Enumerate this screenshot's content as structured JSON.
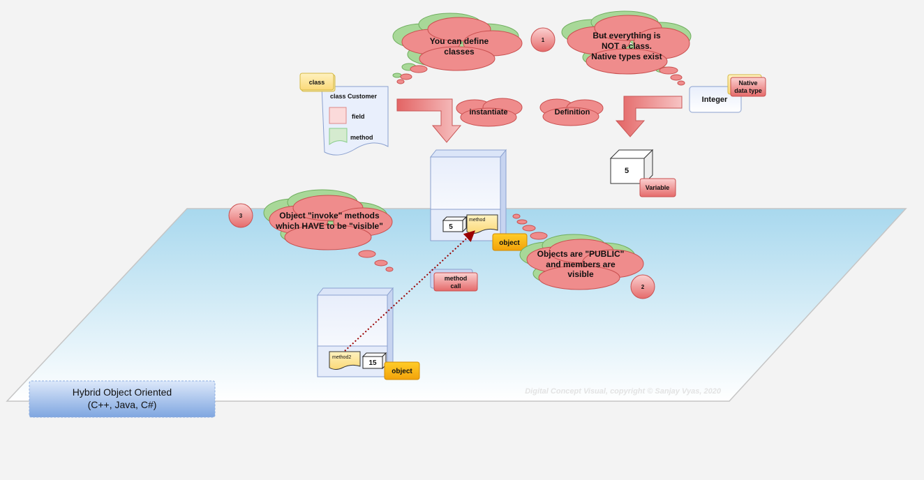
{
  "clouds": {
    "define_classes": [
      "You can define",
      "classes"
    ],
    "not_class": [
      "But everything is",
      "NOT a class.",
      "Native types exist"
    ],
    "instantiate": "instantiate",
    "definition": "Definition",
    "invoke": [
      "Object \"invoke\" methods",
      "which HAVE to be \"visible\""
    ],
    "public": [
      "Objects are \"PUBLIC\"",
      "and members are",
      "visible"
    ]
  },
  "markers": {
    "m1": "1",
    "m2": "2",
    "m3": "3"
  },
  "tags": {
    "class": "class",
    "native": [
      "Native",
      "data type"
    ],
    "variable": "Variable",
    "object_top": "object",
    "object_bottom": "object",
    "method_call": [
      "method",
      "call"
    ]
  },
  "class_doc": {
    "title": "class Customer",
    "field": "field",
    "method": "method"
  },
  "integer_label": "Integer",
  "values": {
    "variable_value": "5",
    "top_object_field": "5",
    "bottom_object_field": "15"
  },
  "methods": {
    "top": "method",
    "bottom": "method2"
  },
  "legend": [
    "Hybrid Object Oriented",
    "(C++, Java, C#)"
  ],
  "watermark": "Digital Concept Visual, copyright © Sanjay Vyas, 2020",
  "colors": {
    "cloud_fill": "#ef8c8c",
    "cloud_back": "#a8d898",
    "tag_orange": "#f5b015",
    "tag_yellow": "#fde89a",
    "plane_top": "#a9d9ee",
    "arrow_dotted": "#9a0000"
  }
}
